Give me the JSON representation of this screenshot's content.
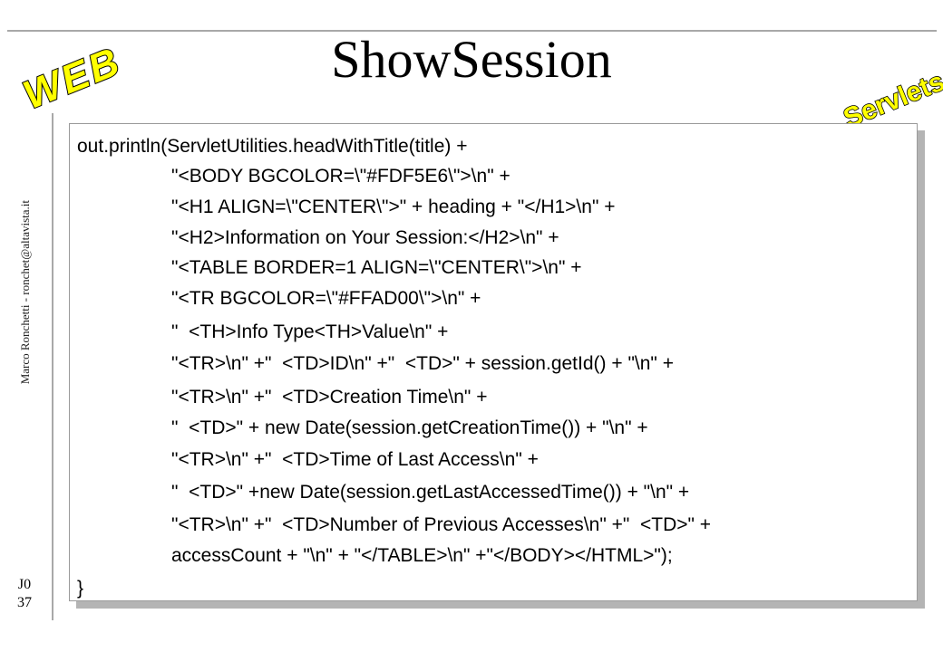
{
  "title": "ShowSession",
  "logo_left": "WEB",
  "logo_right": "Servlets",
  "author": "Marco Ronchetti  -  ronchet@altavista.it",
  "slide_number": [
    "J0",
    "37"
  ],
  "code_lines": [
    "out.println(ServletUtilities.headWithTitle(title) +",
    "\"<BODY BGCOLOR=\\\"#FDF5E6\\\">\\n\" +",
    "\"<H1 ALIGN=\\\"CENTER\\\">\" + heading + \"</H1>\\n\" +",
    "\"<H2>Information on Your Session:</H2>\\n\" +",
    "\"<TABLE BORDER=1 ALIGN=\\\"CENTER\\\">\\n\" +",
    "\"<TR BGCOLOR=\\\"#FFAD00\\\">\\n\" +",
    "\"  <TH>Info Type<TH>Value\\n\" +",
    "\"<TR>\\n\" +\"  <TD>ID\\n\" +\"  <TD>\" + session.getId() + \"\\n\" +",
    "\"<TR>\\n\" +\"  <TD>Creation Time\\n\" +",
    "\"  <TD>\" + new Date(session.getCreationTime()) + \"\\n\" +",
    "\"<TR>\\n\" +\"  <TD>Time of Last Access\\n\" +",
    "\"  <TD>\" +new Date(session.getLastAccessedTime()) + \"\\n\" +",
    "\"<TR>\\n\" +\"  <TD>Number of Previous Accesses\\n\" +\"  <TD>\" +",
    "accessCount + \"\\n\" + \"</TABLE>\\n\" +\"</BODY></HTML>\");",
    "}"
  ],
  "colors": {
    "logo_fill": "#ffff00",
    "logo_stroke": "#000000",
    "rule": "#a8a8a8",
    "shadow": "#b4b4b4"
  }
}
